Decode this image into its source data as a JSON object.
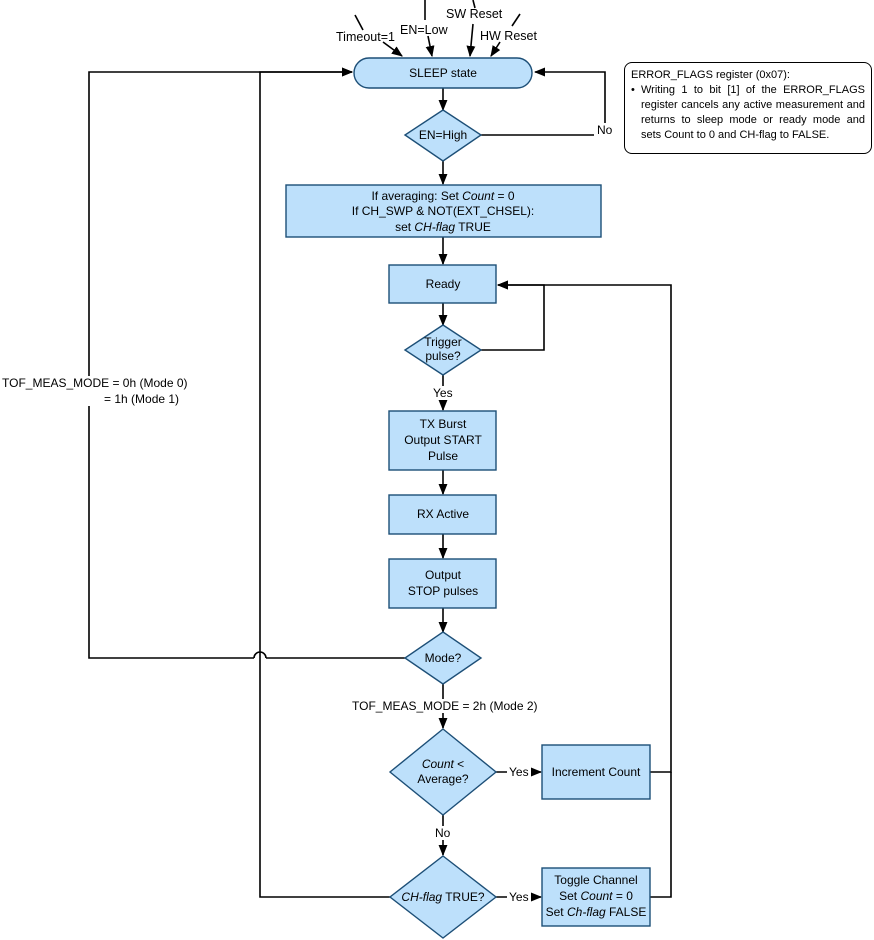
{
  "inputs": {
    "timeout": "Timeout=1",
    "en_low": "EN=Low",
    "sw_reset": "SW Reset",
    "hw_reset": "HW Reset"
  },
  "nodes": {
    "sleep": "SLEEP state",
    "en_high": "EN=High",
    "init_line1_a": "If averaging: Set ",
    "init_line1_b": "Count",
    "init_line1_c": " = 0",
    "init_line2": "If CH_SWP & NOT(EXT_CHSEL):",
    "init_line3_a": "set ",
    "init_line3_b": "CH-flag",
    "init_line3_c": " TRUE",
    "ready": "Ready",
    "trigger_1": "Trigger",
    "trigger_2": "pulse?",
    "tx_1": "TX Burst",
    "tx_2": "Output START",
    "tx_3": "Pulse",
    "rx": "RX Active",
    "stop_1": "Output",
    "stop_2": "STOP pulses",
    "mode": "Mode?",
    "count_1a": "Count",
    "count_1b": " <",
    "count_2": "Average?",
    "increment": "Increment Count",
    "chflag_a": "CH-flag",
    "chflag_b": " TRUE?",
    "toggle_1": "Toggle Channel",
    "toggle_2a": "Set ",
    "toggle_2b": "Count",
    "toggle_2c": " = 0",
    "toggle_3a": "Set ",
    "toggle_3b": "Ch-flag",
    "toggle_3c": " FALSE"
  },
  "labels": {
    "no_en": "No",
    "yes_trigger": "Yes",
    "mode01_line1": "TOF_MEAS_MODE = 0h (Mode 0)",
    "mode01_line2": "= 1h (Mode 1)",
    "mode2": "TOF_MEAS_MODE = 2h (Mode 2)",
    "yes_count": "Yes",
    "no_count": "No",
    "yes_chflag": "Yes"
  },
  "note": {
    "title": "ERROR_FLAGS register (0x07):",
    "bullet": "•",
    "body": "Writing 1 to bit [1] of the ERROR_FLAGS register cancels any active measurement and returns to sleep mode or ready mode and sets Count to 0 and CH-flag to FALSE."
  },
  "colors": {
    "node_fill": "#bde0fb",
    "node_stroke": "#1d4f77",
    "line": "#000000"
  }
}
